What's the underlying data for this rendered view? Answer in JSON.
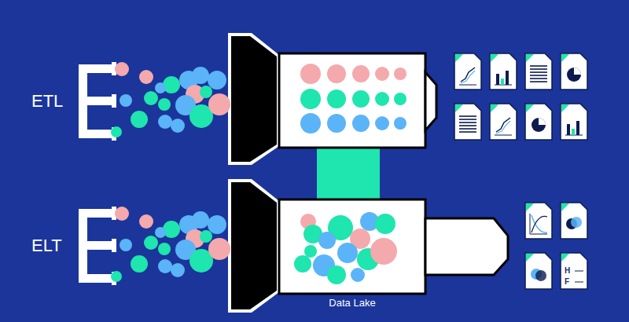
{
  "diagram": {
    "nodes": [
      {
        "text": [
          "Data Lake"
        ]
      }
    ],
    "labels": [
      "ETL",
      "ELT",
      "H",
      "F"
    ]
  }
}
